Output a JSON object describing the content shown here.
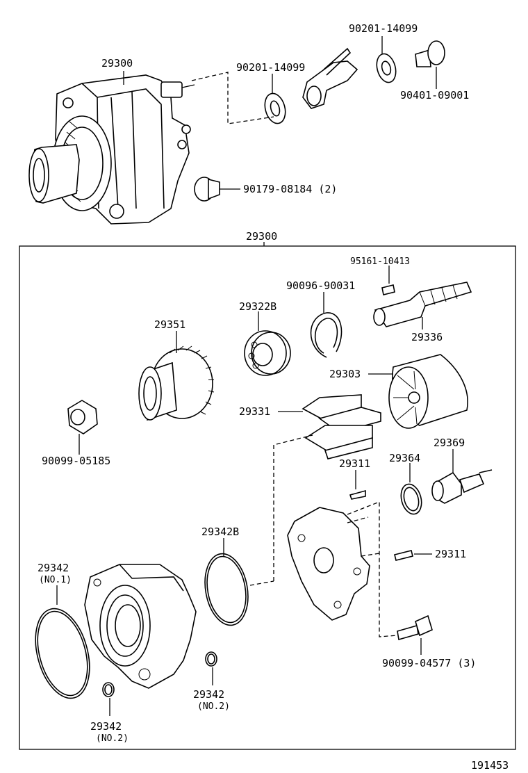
{
  "labels": {
    "pump_assy_top": "29300",
    "union_bolt_gasket_left": "90201-14099",
    "union_bolt_gasket_right": "90201-14099",
    "union_bolt": "90401-09001",
    "plug": "90179-08184 (2)",
    "pump_assy_box": "29300",
    "key": "95161-10413",
    "snap_ring": "90096-90031",
    "bearing": "29322B",
    "gear": "29351",
    "shaft": "29336",
    "rotor": "29303",
    "vane": "29331",
    "nut": "90099-05185",
    "pin_upper": "29311",
    "oring_small": "29364",
    "check_valve": "29369",
    "oring_large_mid": "29342B",
    "pin_right": "29311",
    "oring_large_left": "29342",
    "oring_large_left_sub": "(NO.1)",
    "bolt": "90099-04577 (3)",
    "oring_small_right": "29342",
    "oring_small_right_sub": "(NO.2)",
    "oring_small_left": "29342",
    "oring_small_left_sub": "(NO.2)",
    "diagram_id": "191453"
  }
}
